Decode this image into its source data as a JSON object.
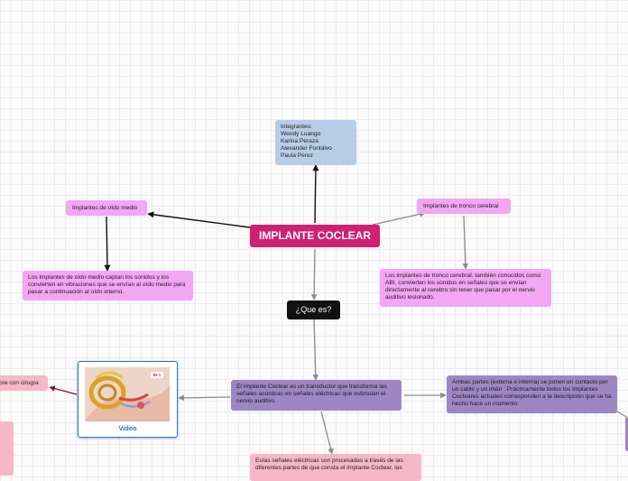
{
  "central": {
    "title": "IMPLANTE COCLEAR"
  },
  "integrantes": {
    "heading": "Integrantes:",
    "names": [
      "Wendy Luango",
      "Karina Peraza",
      "Alexander Fontalvo",
      "Paula Perez"
    ]
  },
  "middle_ear": {
    "title": "Implantes de oído medio",
    "description": "Los implantes de oído medio captan los sonidos y los convierten en vibraciones que se envían al oído medio para pasar a continuación al oído interno."
  },
  "brainstem": {
    "title": "Implantes de tronco cerebral",
    "description": "Los implantes de tronco cerebral, también conocidos como ABI, convierten los sonidos en señales que se envían directamente al cerebro sin tener que pasar por el nervio auditivo lesionado."
  },
  "question": {
    "label": "¿Que es?"
  },
  "definition": {
    "text": "El Implante Coclear es un transductor que transforma las señales acústicas en señales eléctricas que estimulan el nervio auditivo"
  },
  "parts": {
    "text": "Ambas partes (externa e interna) se ponen en contacto por un cable y un imán . Prácticamente todos los Implantes Cocleares actuales corresponden a la descripción que se ha hecho hace un momento"
  },
  "signals": {
    "text": "Estas señales eléctricas son procesadas a través de las diferentes partes de que consta el Implante Coclear, las"
  },
  "video": {
    "label": "Video",
    "badge": "BI-1"
  },
  "surgery": {
    "text": "pre con cirugía"
  },
  "colors": {
    "central": "#d11f74",
    "pink": "#f2a6f3",
    "light_pink": "#f6b8c8",
    "purple": "#9e86c4",
    "blue": "#b7cde6",
    "dark": "#111111",
    "link": "#8a8a8a"
  }
}
